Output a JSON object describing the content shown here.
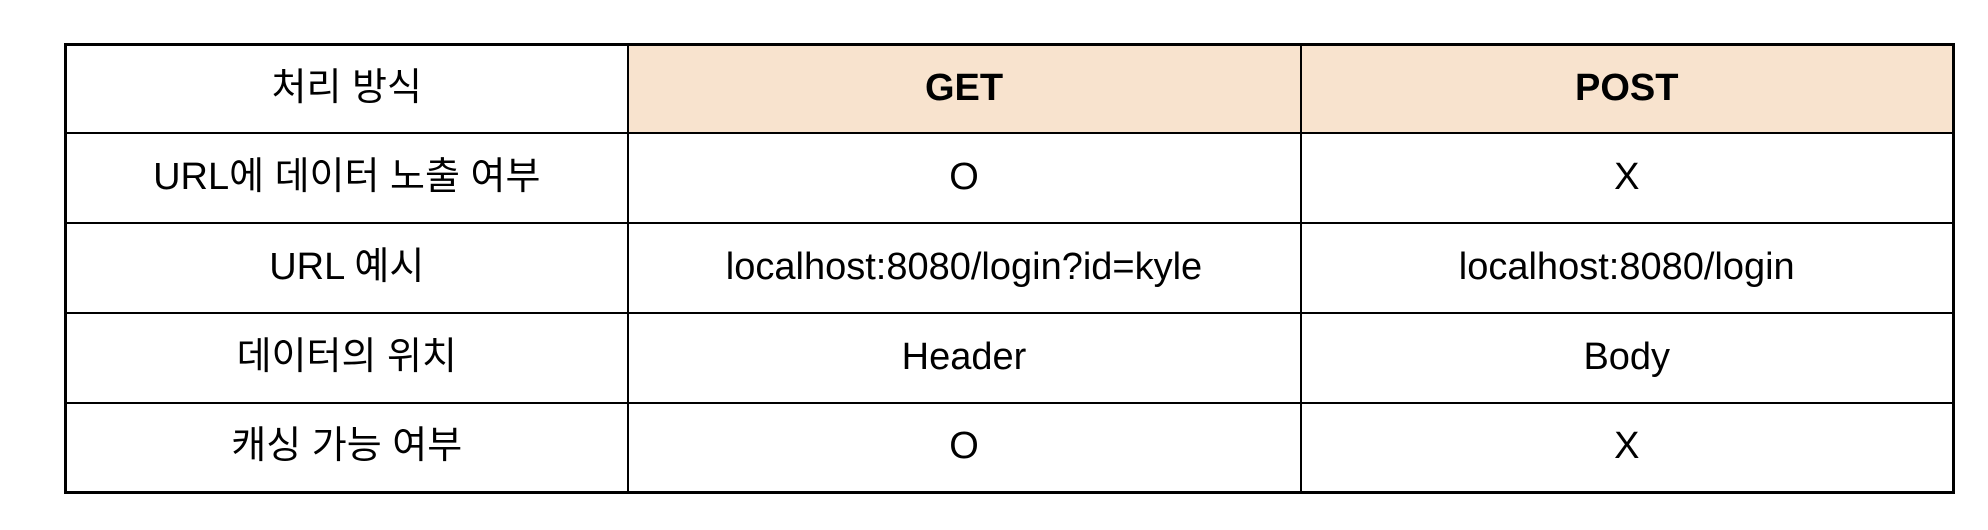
{
  "chart_data": {
    "type": "table",
    "columns": [
      "처리 방식",
      "GET",
      "POST"
    ],
    "rows": [
      [
        "URL에 데이터 노출 여부",
        "O",
        "X"
      ],
      [
        "URL 예시",
        "localhost:8080/login?id=kyle",
        "localhost:8080/login"
      ],
      [
        "데이터의 위치",
        "Header",
        "Body"
      ],
      [
        "캐싱 가능 여부",
        "O",
        "X"
      ]
    ],
    "header_fill": "#F8E3CE",
    "border_color": "#000000",
    "background": "#ffffff",
    "legend": "none",
    "grid": "full-borders"
  }
}
